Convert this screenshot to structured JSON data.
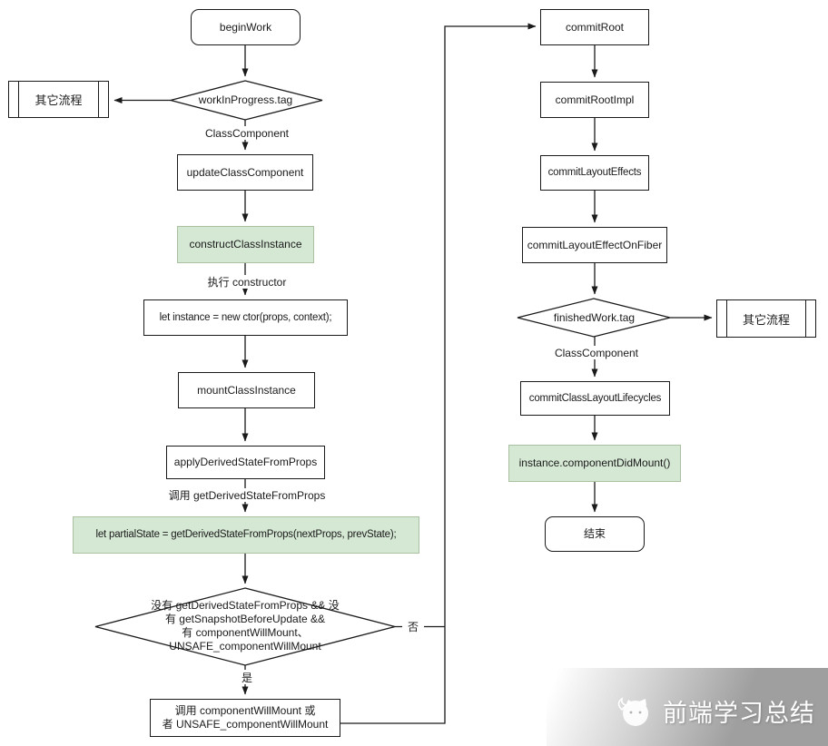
{
  "diagram": {
    "colors": {
      "green_fill": "#d5e8d4",
      "green_border": "#a9c1a1",
      "line": "#1a1a1a",
      "watermark_gray": "#9f9f9f"
    },
    "nodes": {
      "begin_work": "beginWork",
      "work_in_progress_tag": "workInProgress.tag",
      "other_flow_left": "其它流程",
      "update_class_component": "updateClassComponent",
      "construct_class_instance": "constructClassInstance",
      "let_instance": "let instance = new ctor(props, context);",
      "mount_class_instance": "mountClassInstance",
      "apply_derived_state_from_props": "applyDerivedStateFromProps",
      "let_partial_state": "let partialState = getDerivedStateFromProps(nextProps, prevState);",
      "no_derived_condition": "没有 getDerivedStateFromProps && 没\n有 getSnapshotBeforeUpdate &&\n有 componentWillMount、\nUNSAFE_componentWillMount",
      "call_component_will_mount": "调用 componentWillMount 或\n者 UNSAFE_componentWillMount",
      "commit_root": "commitRoot",
      "commit_root_impl": "commitRootImpl",
      "commit_layout_effects": "commitLayoutEffects",
      "commit_layout_effect_on_fiber": "commitLayoutEffectOnFiber",
      "finished_work_tag": "finishedWork.tag",
      "other_flow_right": "其它流程",
      "commit_class_layout_lifecycles": "commitClassLayoutLifecycles",
      "instance_component_did_mount": "instance.componentDidMount()",
      "end_node": "结束"
    },
    "edge_labels": {
      "class_component_left": "ClassComponent",
      "exec_constructor": "执行 constructor",
      "call_get_derived": "调用 getDerivedStateFromProps",
      "yes": "是",
      "no": "否",
      "class_component_right": "ClassComponent"
    },
    "watermark": {
      "text": "前端学习总结"
    }
  }
}
